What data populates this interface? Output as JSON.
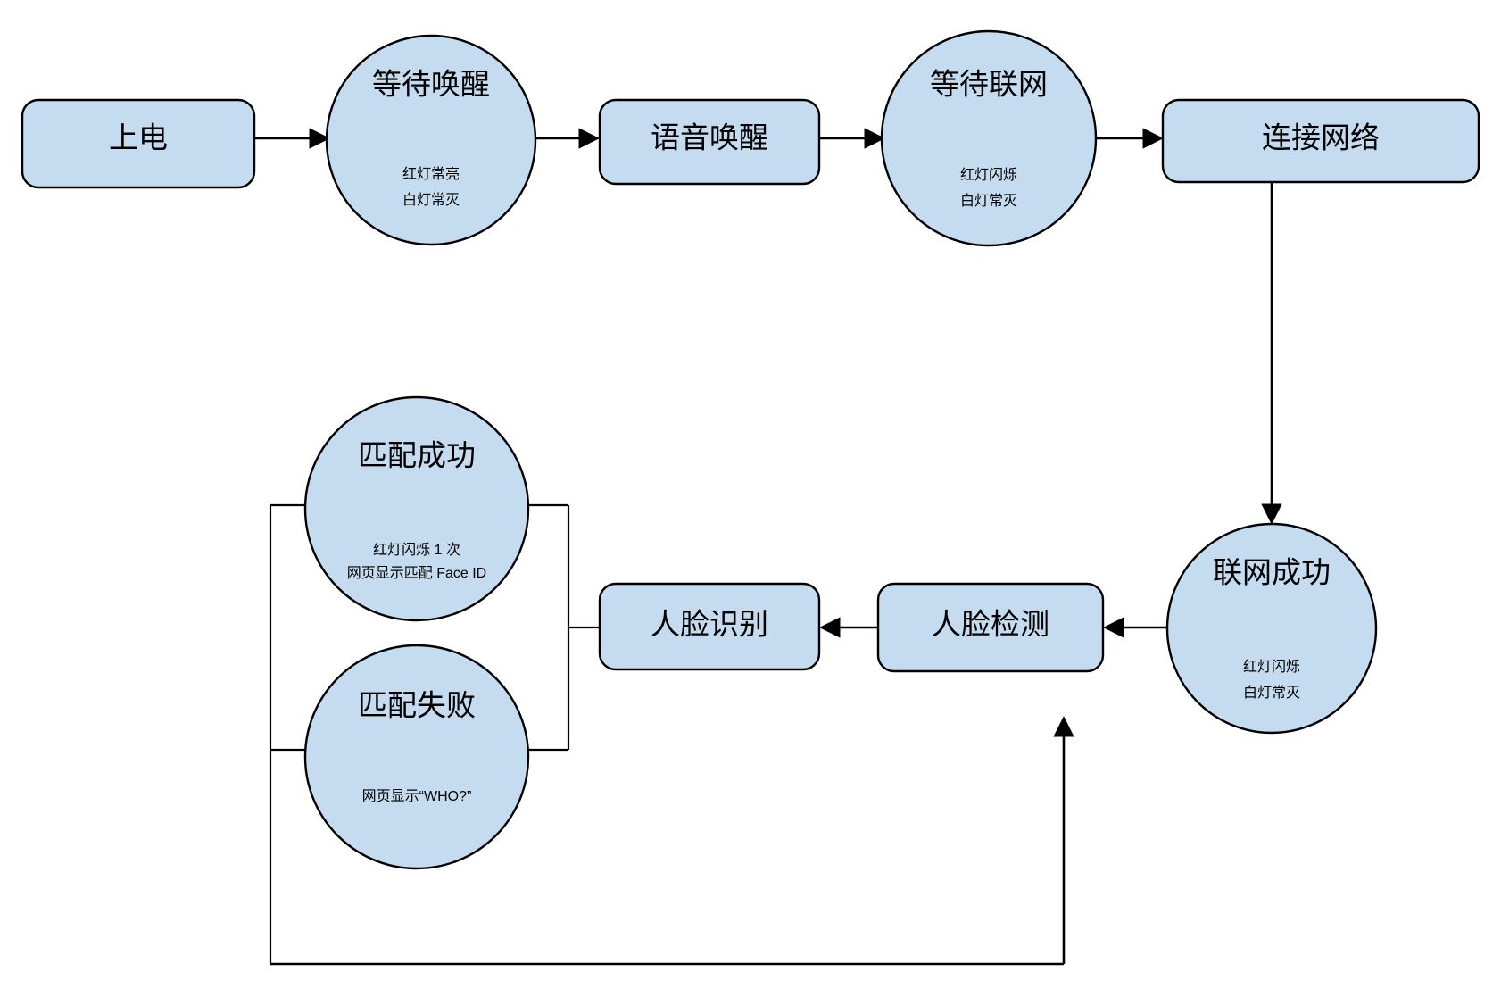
{
  "diagram": {
    "type": "flowchart",
    "title": "",
    "palette": {
      "node_fill": "#c5dbf0",
      "node_stroke": "#000000",
      "edge_color": "#000000",
      "background": "#ffffff"
    },
    "nodes": [
      {
        "id": "power-on",
        "shape": "rounded-rect",
        "label": "上电",
        "sub1": "",
        "sub2": ""
      },
      {
        "id": "wait-wake",
        "shape": "circle",
        "label": "等待唤醒",
        "sub1": "红灯常亮",
        "sub2": "白灯常灭"
      },
      {
        "id": "voice-wake",
        "shape": "rounded-rect",
        "label": "语音唤醒",
        "sub1": "",
        "sub2": ""
      },
      {
        "id": "wait-network",
        "shape": "circle",
        "label": "等待联网",
        "sub1": "红灯闪烁",
        "sub2": "白灯常灭"
      },
      {
        "id": "connect-network",
        "shape": "rounded-rect",
        "label": "连接网络",
        "sub1": "",
        "sub2": ""
      },
      {
        "id": "network-success",
        "shape": "circle",
        "label": "联网成功",
        "sub1": "红灯闪烁",
        "sub2": "白灯常灭"
      },
      {
        "id": "face-detect",
        "shape": "rounded-rect",
        "label": "人脸检测",
        "sub1": "",
        "sub2": ""
      },
      {
        "id": "face-recognize",
        "shape": "rounded-rect",
        "label": "人脸识别",
        "sub1": "",
        "sub2": ""
      },
      {
        "id": "match-success",
        "shape": "circle",
        "label": "匹配成功",
        "sub1": "红灯闪烁 1 次",
        "sub2": "网页显示匹配 Face ID"
      },
      {
        "id": "match-fail",
        "shape": "circle",
        "label": "匹配失败",
        "sub1": "网页显示“WHO?”",
        "sub2": ""
      }
    ],
    "edges": [
      {
        "id": "e1",
        "from": "power-on",
        "to": "wait-wake",
        "label": "",
        "arrow": true
      },
      {
        "id": "e2",
        "from": "wait-wake",
        "to": "voice-wake",
        "label": "",
        "arrow": true
      },
      {
        "id": "e3",
        "from": "voice-wake",
        "to": "wait-network",
        "label": "",
        "arrow": true
      },
      {
        "id": "e4",
        "from": "wait-network",
        "to": "connect-network",
        "label": "",
        "arrow": true
      },
      {
        "id": "e5",
        "from": "connect-network",
        "to": "network-success",
        "label": "",
        "arrow": true
      },
      {
        "id": "e6",
        "from": "network-success",
        "to": "face-detect",
        "label": "",
        "arrow": true
      },
      {
        "id": "e7",
        "from": "face-detect",
        "to": "face-recognize",
        "label": "",
        "arrow": true
      },
      {
        "id": "e8",
        "from": "face-recognize",
        "to": "match-success",
        "label": "",
        "arrow": false
      },
      {
        "id": "e9",
        "from": "face-recognize",
        "to": "match-fail",
        "label": "",
        "arrow": false
      },
      {
        "id": "e10",
        "from": "match-fail",
        "to": "face-detect",
        "label": "",
        "arrow": true
      }
    ]
  }
}
